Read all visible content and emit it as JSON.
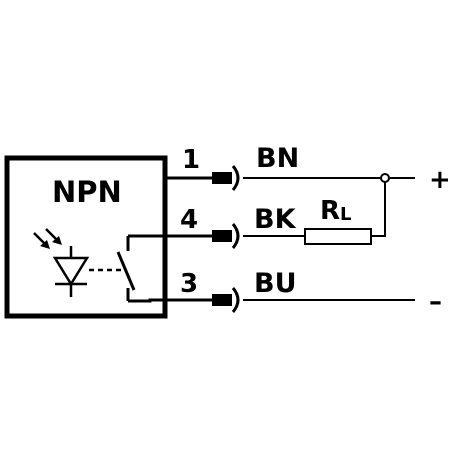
{
  "sensor": {
    "type_label": "NPN"
  },
  "pins": [
    {
      "number": "1",
      "color": "BN"
    },
    {
      "number": "4",
      "color": "BK"
    },
    {
      "number": "3",
      "color": "BU"
    }
  ],
  "load": {
    "symbol": "R",
    "subscript": "L"
  },
  "supply": {
    "positive": "+",
    "negative": "–"
  },
  "icons": [
    "light-emitter-diode-icon",
    "switch-contact-icon",
    "connector-plug-icon",
    "junction-dot-icon",
    "resistor-icon"
  ]
}
